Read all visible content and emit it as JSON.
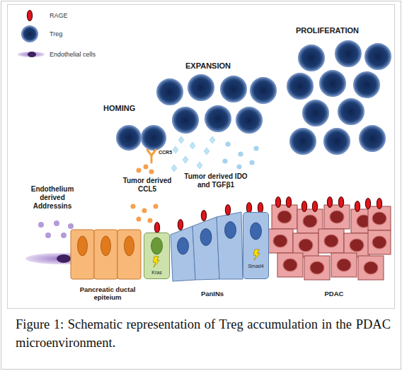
{
  "diagram": {
    "caption": "Figure 1: Schematic representation of Treg accumulation in the PDAC microenvironment.",
    "nodes": [
      {
        "text": [
          "Kras"
        ]
      },
      {
        "text": [
          "Smad4"
        ]
      }
    ],
    "labels": [
      "HOMING",
      "EXPANSION",
      "PROLIFERATION",
      "CCR5",
      "Tumor derived CCL5",
      "Tumor derived IDO and TGFβ1",
      "Endothelium derived Addressins",
      "Pancreatic ductal epiteium",
      "PanINs",
      "PDAC"
    ],
    "legend": [
      {
        "text": "RAGE"
      },
      {
        "text": "Treg"
      },
      {
        "text": "Endothelial cells"
      }
    ]
  }
}
